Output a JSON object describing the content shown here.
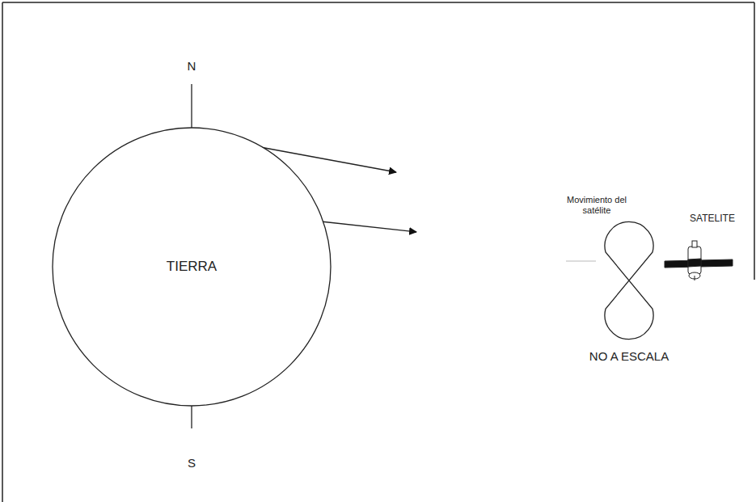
{
  "diagram": {
    "nodes": [
      {
        "text": [
          "TIERRA"
        ]
      }
    ],
    "labels": [
      "N",
      "S",
      "Movimiento del satélite",
      "SATELITE",
      "NO A ESCALA"
    ]
  }
}
